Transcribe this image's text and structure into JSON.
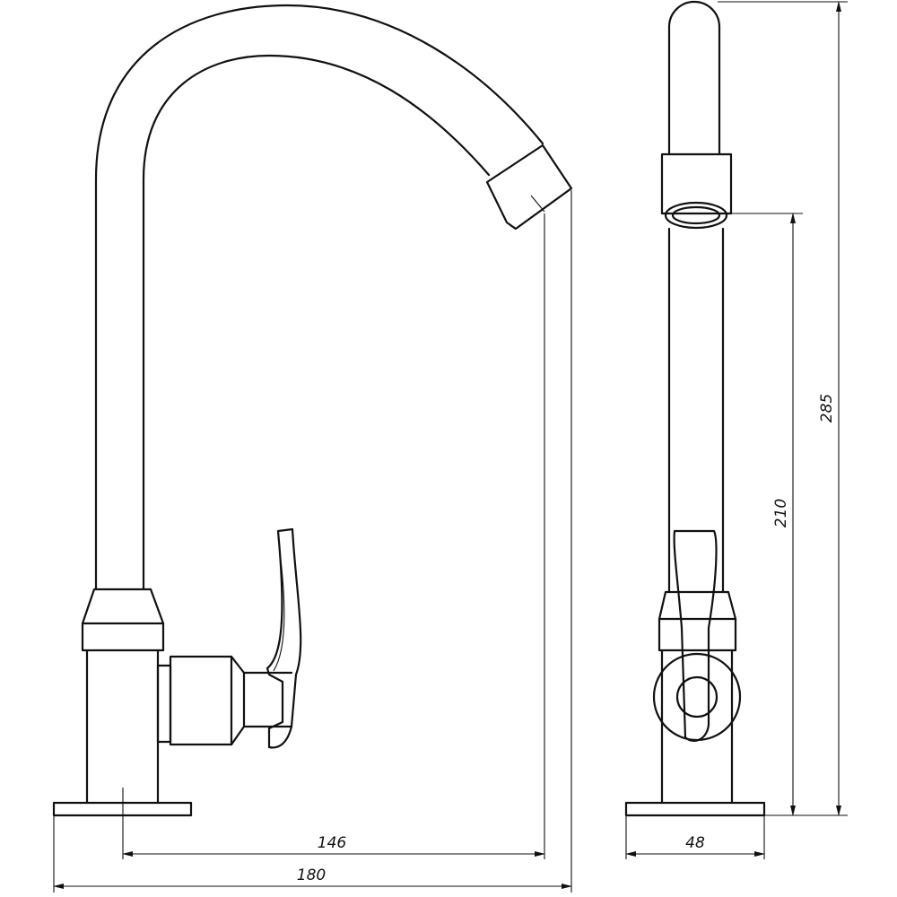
{
  "dimensions": {
    "spout_reach": "146",
    "base_width": "180",
    "side_width": "48",
    "spout_height": "210",
    "total_height": "285"
  }
}
